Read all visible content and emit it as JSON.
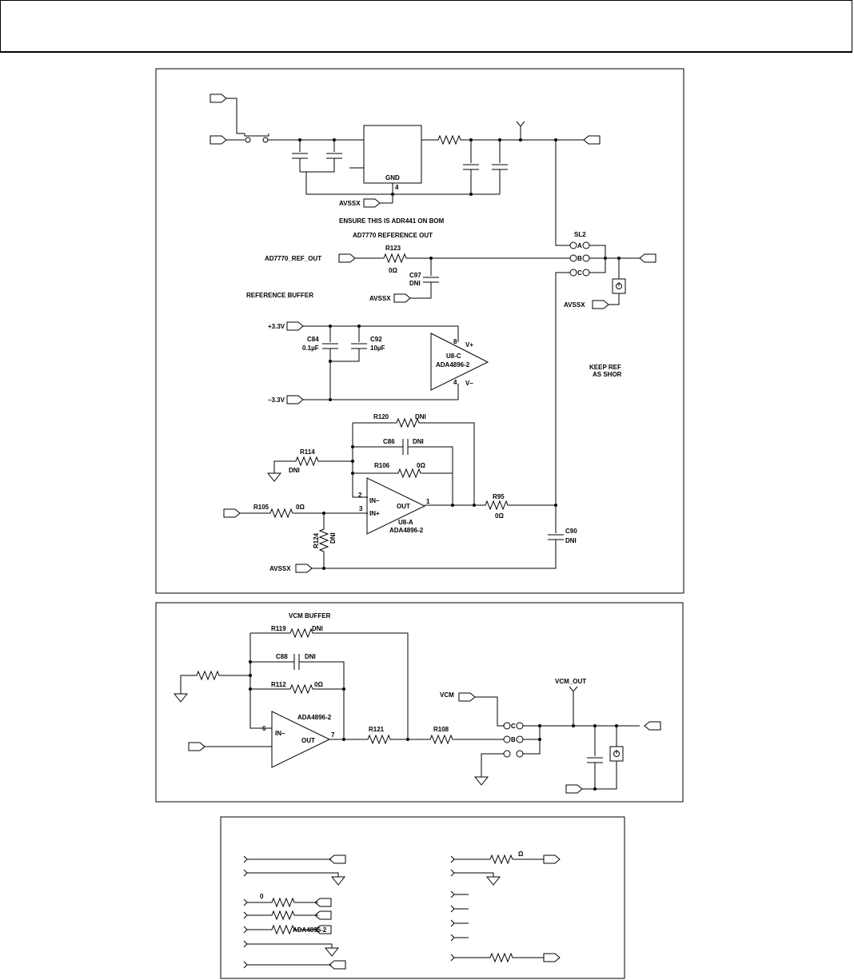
{
  "top": {
    "gnd": "GND",
    "pin4": "4",
    "avssx": "AVSSX",
    "note_bom": "ENSURE THIS IS ADR441 ON BOM",
    "ref_out_title": "AD7770 REFERENCE OUT",
    "ref_out_net": "AD7770_REF_OUT",
    "r123_ref": "R123",
    "r123_val": "0Ω",
    "c97_ref": "C97",
    "c97_val": "DNI",
    "avssx2": "AVSSX",
    "sl2": "SL2",
    "sw_a": "A",
    "sw_b": "B",
    "sw_c": "C",
    "avssx3": "AVSSX",
    "ref_buffer": "REFERENCE BUFFER",
    "p33": "+3.3V",
    "m33": "–3.3V",
    "c84_ref": "C84",
    "c84_val": "0.1µF",
    "c92_ref": "C92",
    "c92_val": "10µF",
    "u8c_pin8": "8",
    "u8c_vp": "V+",
    "u8c_ref": "U8-C",
    "u8c_part": "ADA4896-2",
    "u8c_pin4": "4",
    "u8c_vm": "V–",
    "keep_ref_1": "KEEP REF",
    "keep_ref_2": "AS SHOR",
    "r120_ref": "R120",
    "r120_val": "DNI",
    "c86_ref": "C86",
    "c86_val": "DNI",
    "r114_ref": "R114",
    "r114_val": "DNI",
    "r106_ref": "R106",
    "r106_val": "0Ω",
    "u8a_pin2": "2",
    "u8a_inm": "IN–",
    "u8a_out": "OUT",
    "u8a_pin1": "1",
    "u8a_pin3": "3",
    "u8a_inp": "IN+",
    "u8a_ref": "U8-A",
    "u8a_part": "ADA4896-2",
    "r105_ref": "R105",
    "r105_val": "0Ω",
    "r95_ref": "R95",
    "r95_val": "0Ω",
    "r124_ref": "R124",
    "r124_val": "DNI",
    "c90_ref": "C90",
    "c90_val": "DNI",
    "avssx4": "AVSSX"
  },
  "mid": {
    "title": "VCM BUFFER",
    "r119_ref": "R119",
    "r119_val": "DNI",
    "c88_ref": "C88",
    "c88_val": "DNI",
    "r112_ref": "R112",
    "r112_val": "0Ω",
    "opamp_part": "ADA4896-2",
    "pin6": "6",
    "inm": "IN–",
    "out": "OUT",
    "pin7": "7",
    "r121_ref": "R121",
    "r108_ref": "R108",
    "vcm": "VCM",
    "vcm_out": "VCM_OUT",
    "sw_c": "C",
    "sw_b": "B"
  },
  "bot": {
    "r_zero": "0",
    "part": "ADA4896-2",
    "ohm": "Ω"
  }
}
